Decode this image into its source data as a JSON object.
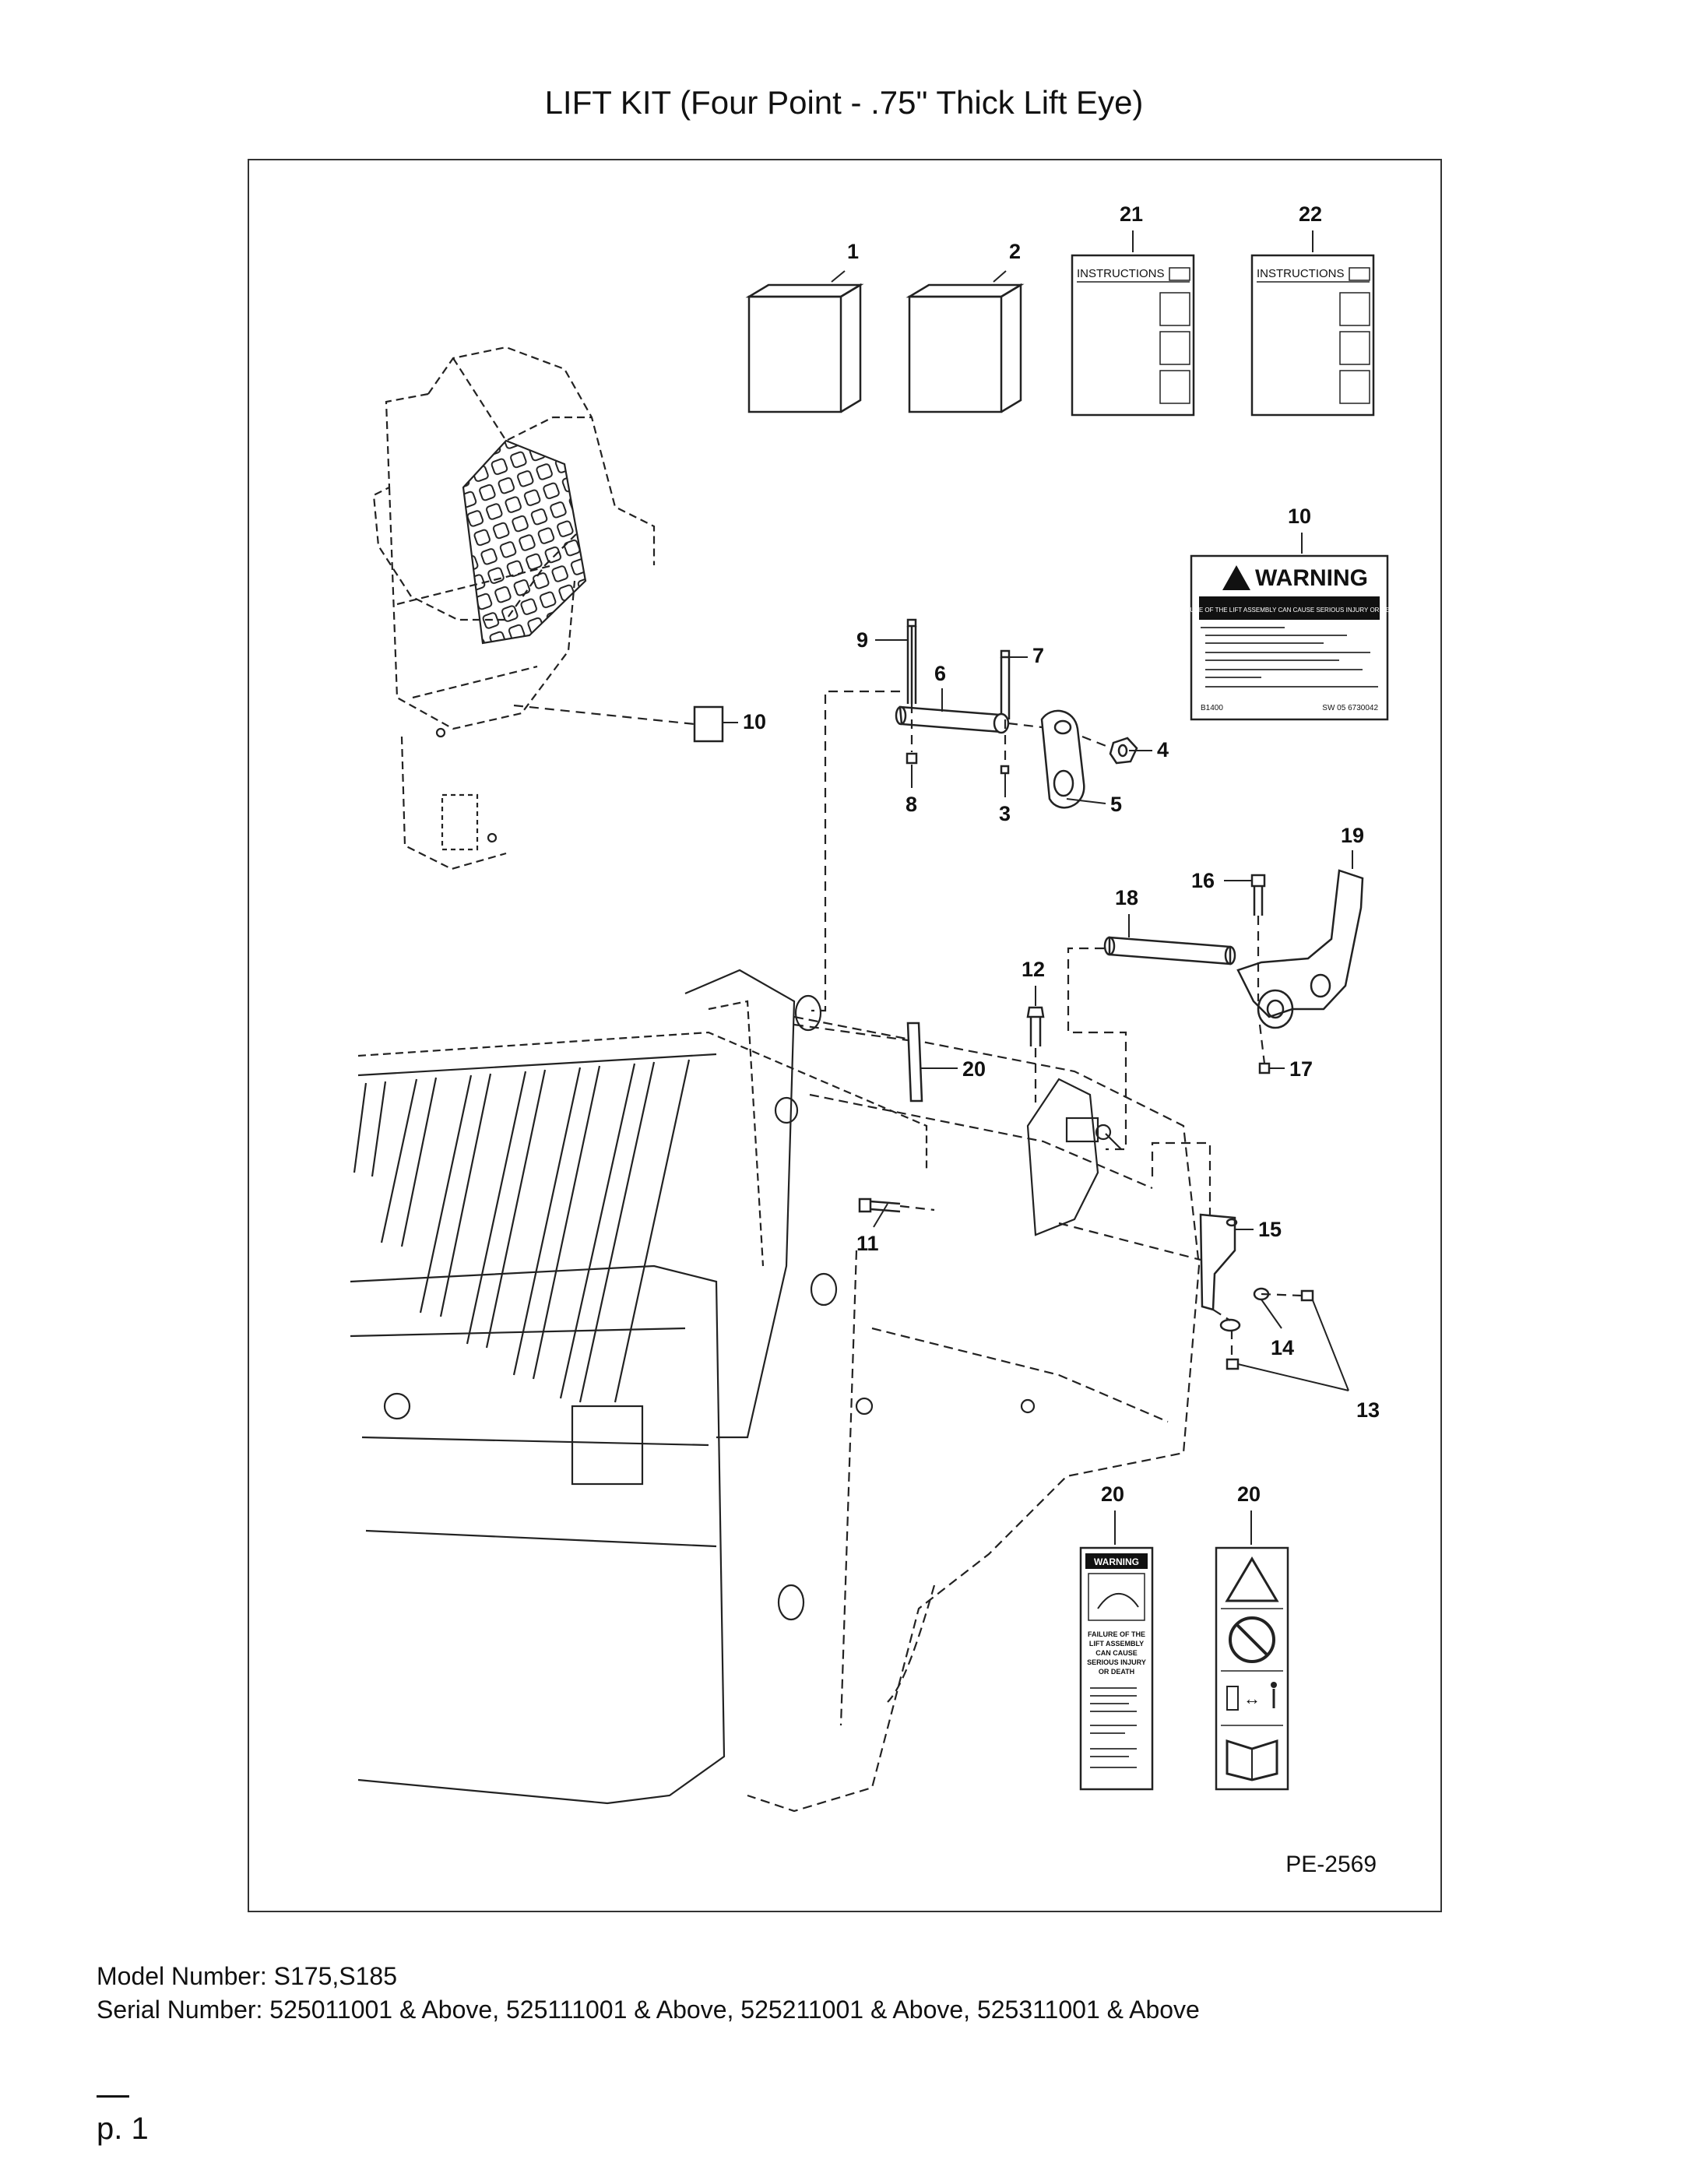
{
  "title": "LIFT KIT (Four Point - .75\" Thick Lift Eye)",
  "drawing_number": "PE-2569",
  "callouts": [
    "1",
    "2",
    "21",
    "22",
    "10",
    "9",
    "7",
    "6",
    "10",
    "4",
    "8",
    "3",
    "5",
    "19",
    "16",
    "18",
    "12",
    "20",
    "17",
    "15",
    "11",
    "14",
    "13",
    "20",
    "20"
  ],
  "instruction_sheet_label": "INSTRUCTIONS",
  "warning_decal": {
    "heading": "WARNING",
    "subheading": "FAILURE OF THE LIFT ASSEMBLY CAN CAUSE SERIOUS INJURY OR DEATH",
    "footer_left": "B1400",
    "footer_right": "SW 05 6730042"
  },
  "tall_decal": {
    "heading": "WARNING",
    "body": [
      "FAILURE OF THE",
      "LIFT ASSEMBLY",
      "CAN CAUSE",
      "SERIOUS INJURY",
      "OR DEATH"
    ]
  },
  "model_number": "Model Number: S175,S185",
  "serial_number": "Serial Number: 525011001 & Above, 525111001 & Above, 525211001 & Above, 525311001 & Above",
  "page": "p. 1"
}
